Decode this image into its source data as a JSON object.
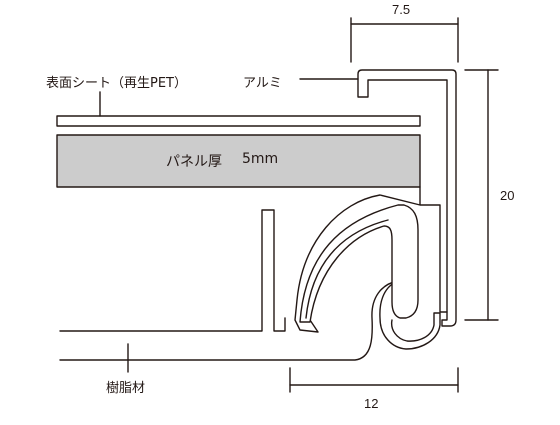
{
  "labels": {
    "surface_sheet": "表面シート（再生PET）",
    "aluminum": "アルミ",
    "panel_label": "パネル厚",
    "panel_thickness": "5mm",
    "resin": "樹脂材"
  },
  "dimensions": {
    "top_width": "7.5",
    "height": "20",
    "bottom_width": "12"
  },
  "colors": {
    "line": "#231815",
    "panel_fill": "#cccccc",
    "background": "#ffffff"
  }
}
